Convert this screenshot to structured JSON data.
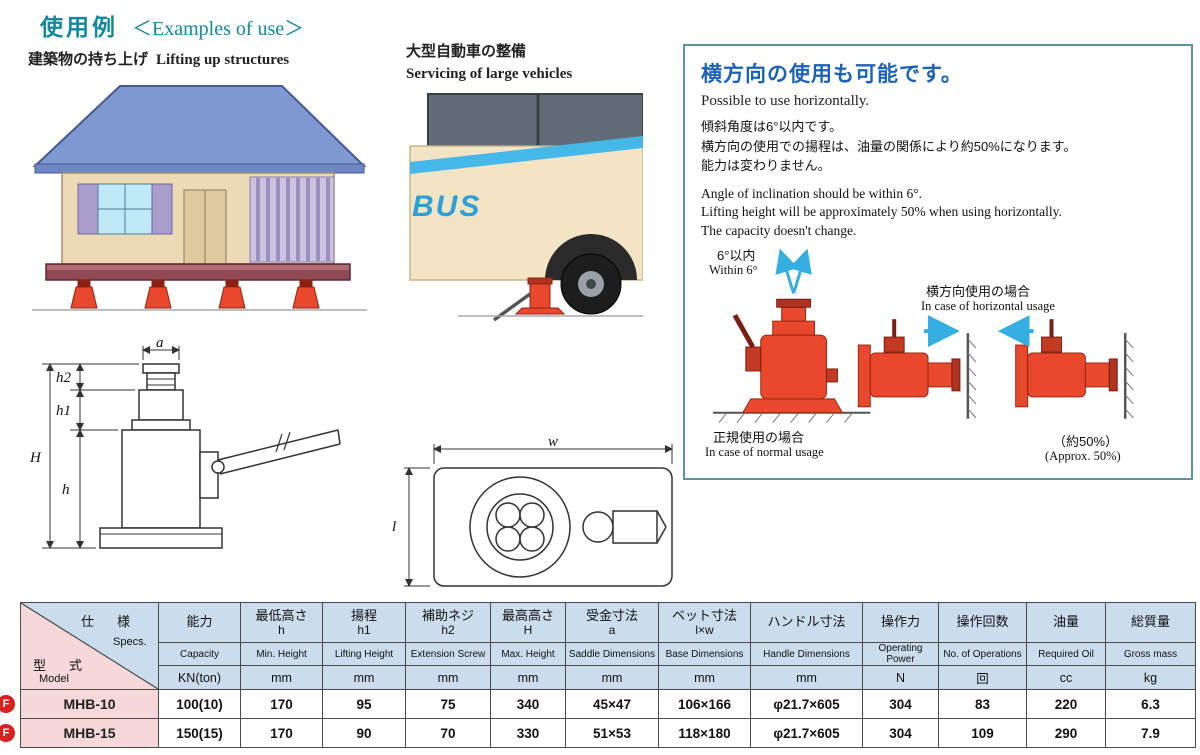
{
  "colors": {
    "accent_teal": "#12889C",
    "heading_blue": "#1B63B5",
    "jack_red": "#E8482C",
    "arrow_blue": "#35AEE2",
    "table_header_bg": "#CBDDED",
    "model_pink_bg": "#F6D8D8",
    "badge_red": "#D6231F"
  },
  "header": {
    "title_jp": "使用例",
    "title_en": "＜Examples of use＞"
  },
  "examples": {
    "lifting": {
      "title_jp": "建築物の持ち上げ",
      "title_en": "Lifting up structures"
    },
    "servicing": {
      "title_jp": "大型自動車の整備",
      "title_en": "Servicing of large vehicles",
      "bus_label": "BUS"
    }
  },
  "horizontal_box": {
    "title": "横方向の使用も可能です。",
    "subtitle": "Possible to use horizontally.",
    "jp_lines": [
      "傾斜角度は6°以内です。",
      "横方向の使用での揚程は、油量の関係により約50%になります。",
      "能力は変わりません。"
    ],
    "en_lines": [
      "Angle of inclination should be within 6°.",
      "Lifting height will be approximately 50% when using horizontally.",
      "The capacity doesn't change."
    ],
    "labels": {
      "within_jp": "6°以内",
      "within_en": "Within 6°",
      "horizontal_jp": "横方向使用の場合",
      "horizontal_en": "In case of horizontal usage",
      "normal_jp": "正規使用の場合",
      "normal_en": "In case of normal usage",
      "approx_jp": "（約50%）",
      "approx_en": "(Approx. 50%)"
    }
  },
  "diagram": {
    "front": {
      "a": "a",
      "h2": "h2",
      "h1": "h1",
      "H": "H",
      "h": "h"
    },
    "top": {
      "w": "w",
      "l": "l"
    }
  },
  "table": {
    "header": {
      "spec_jp": "仕　様",
      "spec_en": "Specs.",
      "model_jp": "型　式",
      "model_en": "Model",
      "columns": [
        {
          "jp": "能力",
          "sub": "",
          "en": "Capacity",
          "unit": "KN(ton)"
        },
        {
          "jp": "最低高さ",
          "sub": "h",
          "en": "Min. Height",
          "unit": "mm"
        },
        {
          "jp": "揚程",
          "sub": "h1",
          "en": "Lifting Height",
          "unit": "mm"
        },
        {
          "jp": "補助ネジ",
          "sub": "h2",
          "en": "Extension Screw",
          "unit": "mm"
        },
        {
          "jp": "最高高さ",
          "sub": "H",
          "en": "Max. Height",
          "unit": "mm"
        },
        {
          "jp": "受金寸法",
          "sub": "a",
          "en": "Saddle Dimensions",
          "unit": "mm"
        },
        {
          "jp": "ベット寸法",
          "sub": "l×w",
          "en": "Base Dimensions",
          "unit": "mm"
        },
        {
          "jp": "ハンドル寸法",
          "sub": "",
          "en": "Handle Dimensions",
          "unit": "mm"
        },
        {
          "jp": "操作力",
          "sub": "",
          "en": "Operating Power",
          "unit": "N"
        },
        {
          "jp": "操作回数",
          "sub": "",
          "en": "No. of Operations",
          "unit": "回"
        },
        {
          "jp": "油量",
          "sub": "",
          "en": "Required Oil",
          "unit": "cc"
        },
        {
          "jp": "総質量",
          "sub": "",
          "en": "Gross mass",
          "unit": "kg"
        }
      ]
    },
    "rows": [
      {
        "badge": "F",
        "model": "MHB-10",
        "values": [
          "100(10)",
          "170",
          "95",
          "75",
          "340",
          "45×47",
          "106×166",
          "φ21.7×605",
          "304",
          "83",
          "220",
          "6.3"
        ]
      },
      {
        "badge": "F",
        "model": "MHB-15",
        "values": [
          "150(15)",
          "170",
          "90",
          "70",
          "330",
          "51×53",
          "118×180",
          "φ21.7×605",
          "304",
          "109",
          "290",
          "7.9"
        ]
      }
    ]
  }
}
